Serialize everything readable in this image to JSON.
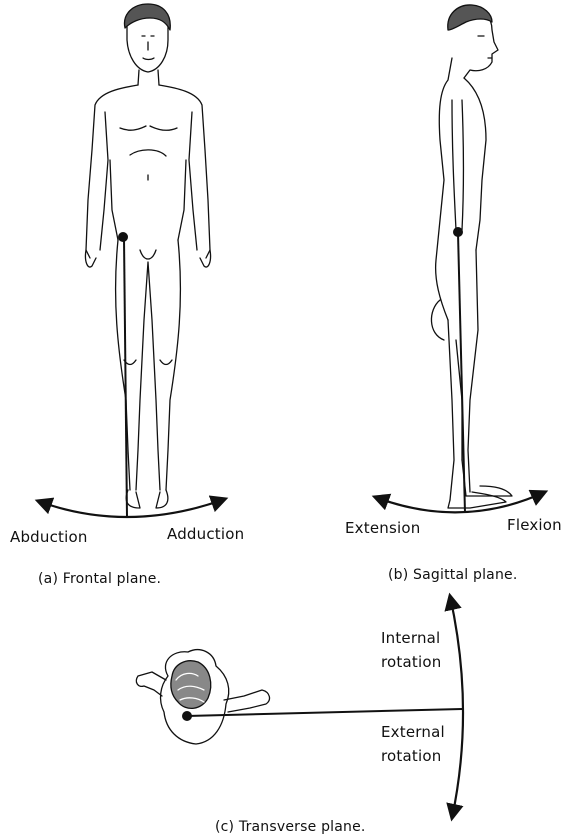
{
  "panels": {
    "frontal": {
      "left_label": "Abduction",
      "right_label": "Adduction",
      "caption": "(a) Frontal plane."
    },
    "sagittal": {
      "left_label": "Extension",
      "right_label": "Flexion",
      "caption": "(b) Sagittal plane."
    },
    "transverse": {
      "upper_label_line1": "Internal",
      "upper_label_line2": "rotation",
      "lower_label_line1": "External",
      "lower_label_line2": "rotation",
      "caption": "(c) Transverse plane."
    }
  },
  "colors": {
    "ink": "#111111",
    "background": "#ffffff"
  }
}
